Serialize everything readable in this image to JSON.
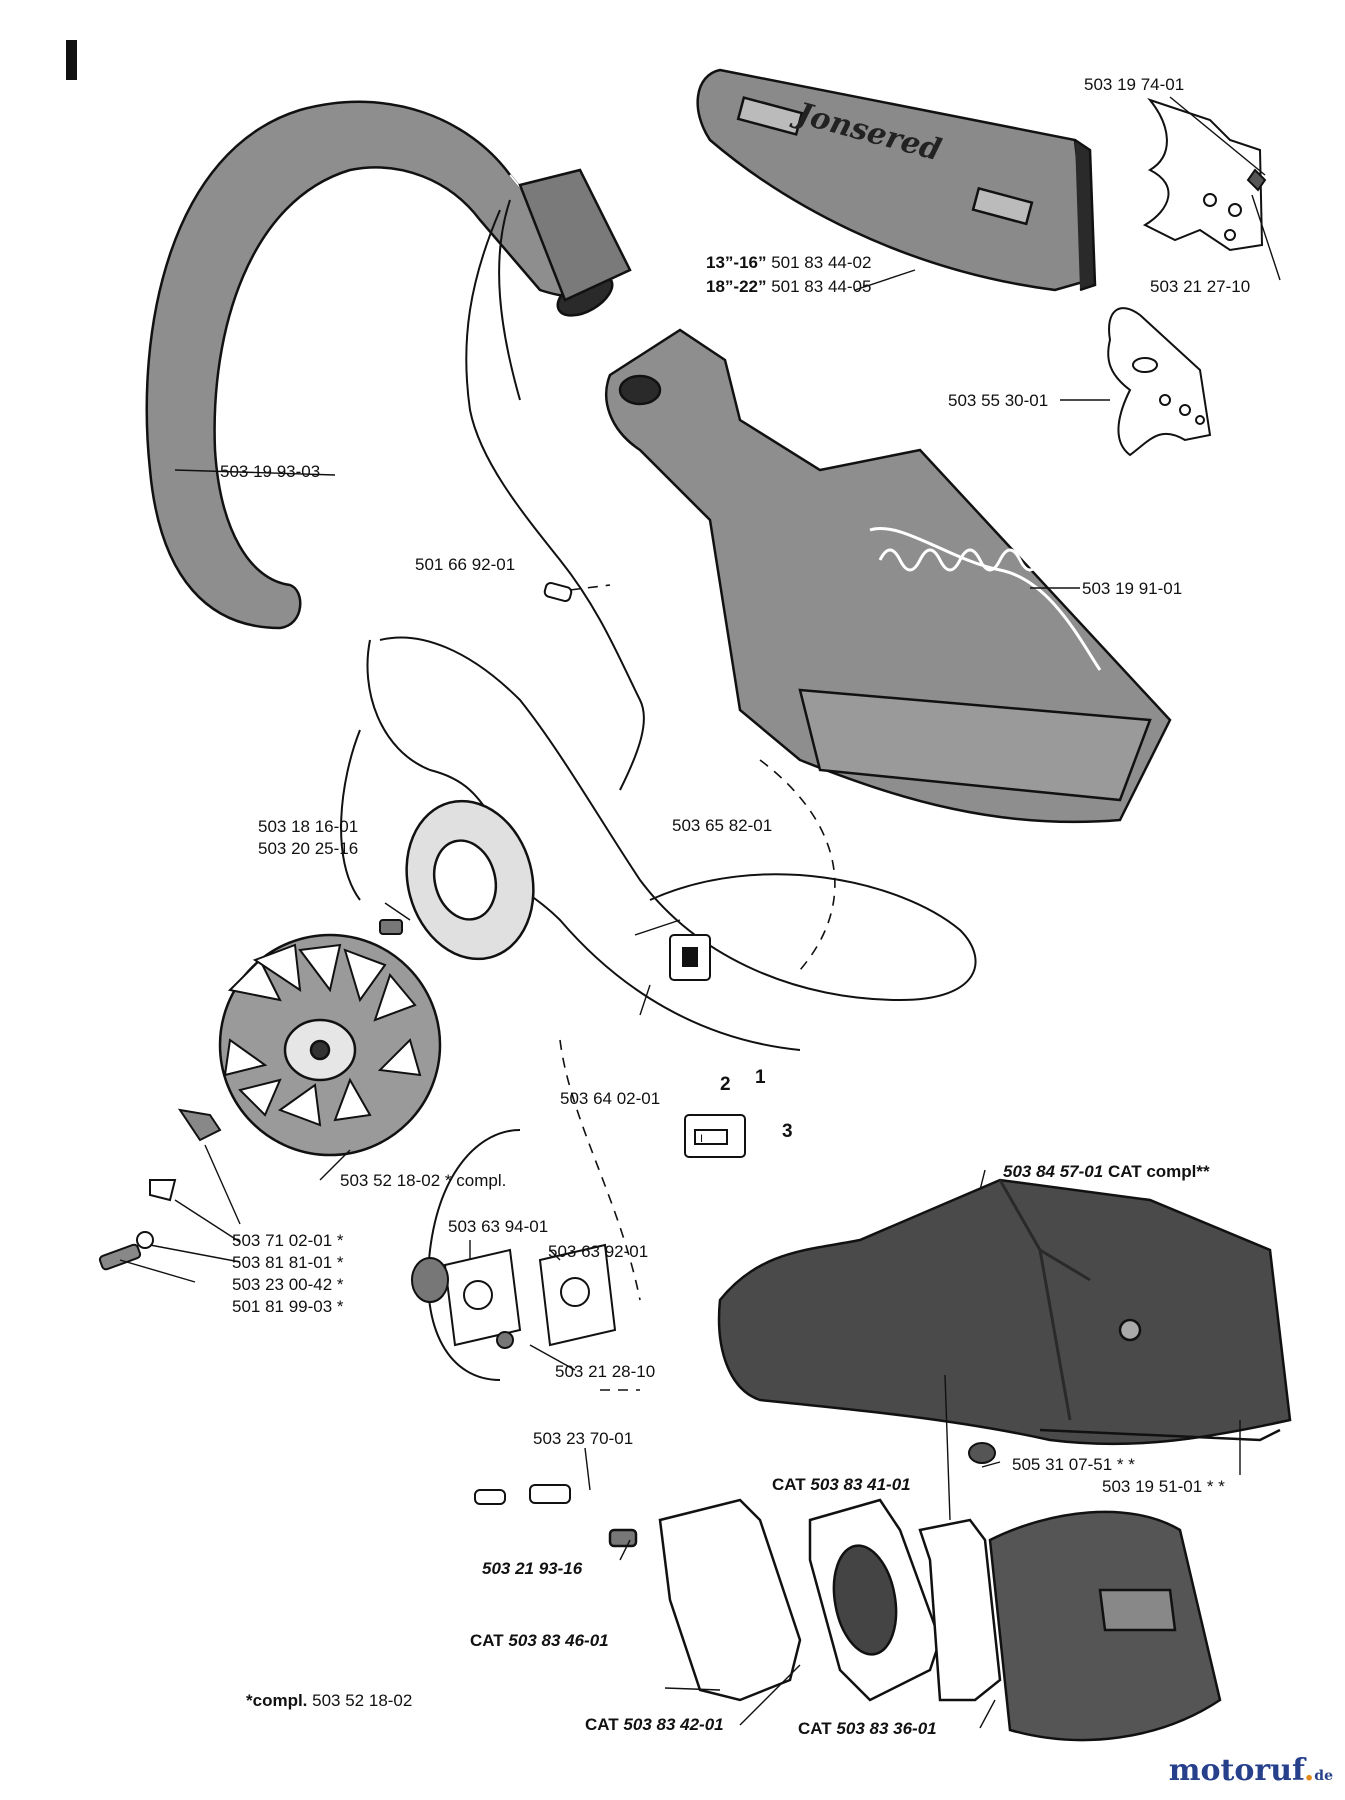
{
  "section": "I",
  "guard_logo": "Jonsered",
  "watermark": {
    "name": "motoruf",
    "dot": ".",
    "tld": "de"
  },
  "labels": {
    "p_503_19_74_01": "503 19 74-01",
    "p_503_21_27_10": "503 21 27-10",
    "size_13_16": "13”-16”",
    "p_501_83_44_02": "501 83 44-02",
    "size_18_22": "18”-22”",
    "p_501_83_44_05": "501 83 44-05",
    "p_503_55_30_01": "503 55 30-01",
    "p_503_19_93_03": "503 19 93-03",
    "p_501_66_92_01": "501 66 92-01",
    "p_503_19_91_01": "503 19 91-01",
    "p_503_18_16_01": "503 18 16-01",
    "p_503_20_25_16": "503 20 25-16",
    "p_503_65_82_01": "503 65 82-01",
    "p_503_64_02_01": "503 64 02-01",
    "num_1": "1",
    "num_2": "2",
    "num_3": "3",
    "p_503_52_18_02": "503 52 18-02 * compl.",
    "p_503_71_02_01": "503 71 02-01 *",
    "p_503_81_81_01": "503 81 81-01 *",
    "p_503_23_00_42": "503 23 00-42 *",
    "p_501_81_99_03": "501 81 99-03 *",
    "p_503_84_57_01": "503 84 57-01",
    "cat_compl": "CAT compl**",
    "p_503_63_94_01": "503 63 94-01",
    "p_503_63_92_01": "503 63 92-01",
    "p_503_21_28_10": "503 21 28-10",
    "p_505_31_07_51": "505 31 07-51 * *",
    "p_503_19_51_01": "503 19 51-01 * *",
    "p_503_23_70_01": "503 23 70-01",
    "cat_503_83_41_01_prefix": "CAT",
    "cat_503_83_41_01": "503 83 41-01",
    "p_503_21_93_16": "503 21 93-16",
    "cat_503_83_46_01_prefix": "CAT",
    "cat_503_83_46_01": "503 83 46-01",
    "cat_503_83_42_01_prefix": "CAT",
    "cat_503_83_42_01": "503 83 42-01",
    "cat_503_83_36_01_prefix": "CAT",
    "cat_503_83_36_01": "503 83 36-01",
    "compl_note_prefix": "*compl.",
    "compl_note_value": "503 52 18-02"
  },
  "colors": {
    "ink": "#111111",
    "part_gray": "#8c8c8c",
    "cover_dark": "#4a4a4a",
    "watermark_blue": "#27408b",
    "watermark_orange": "#e08a1a"
  }
}
